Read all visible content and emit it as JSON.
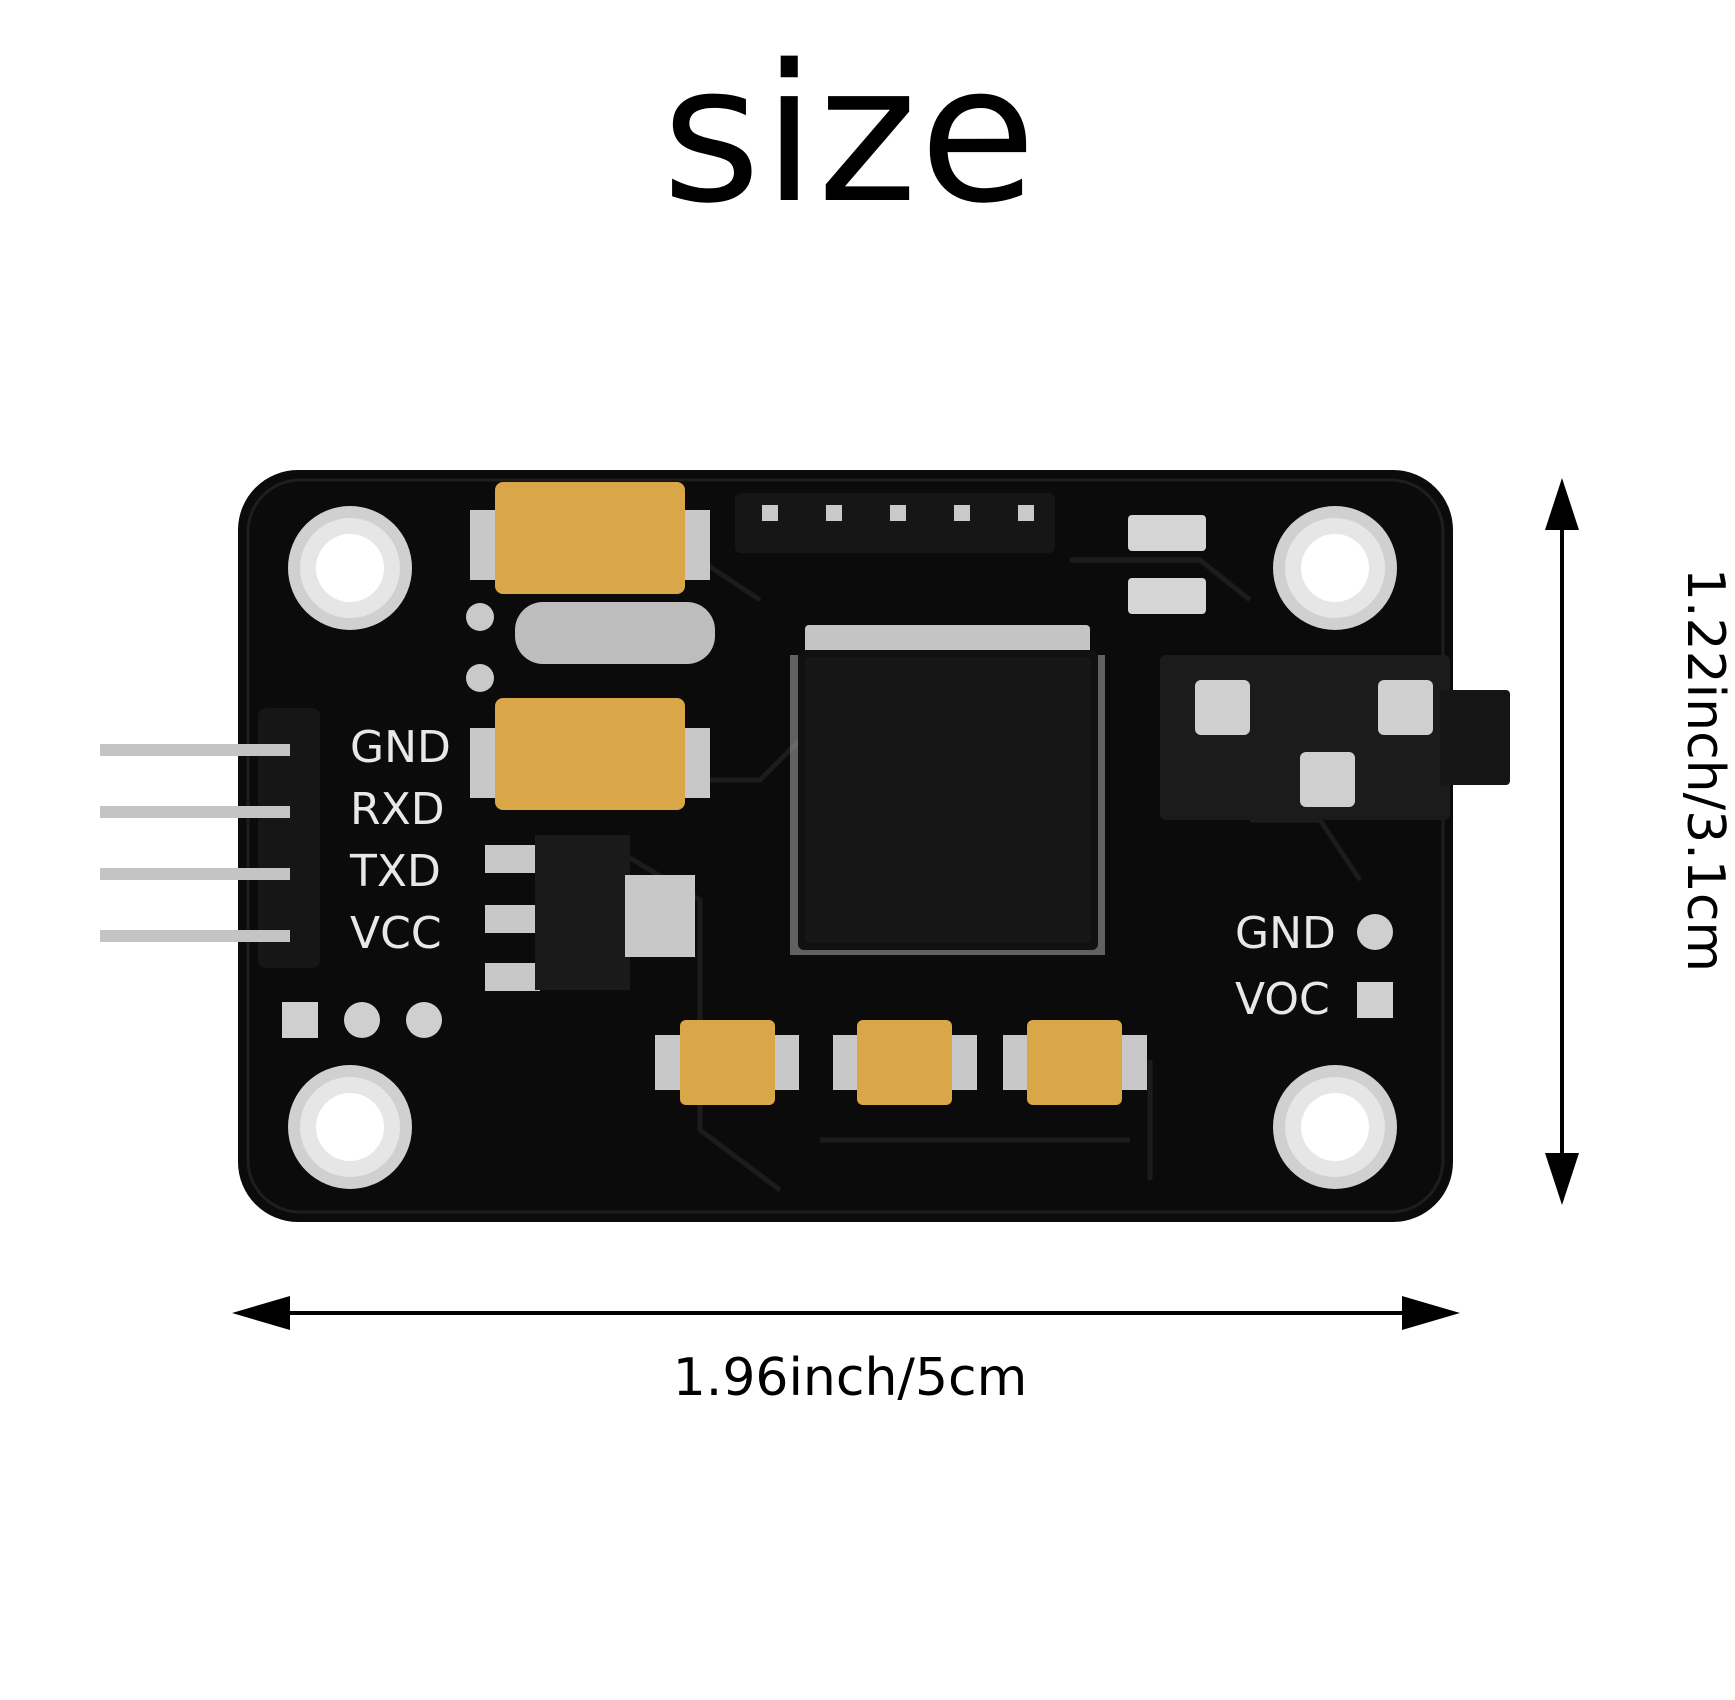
{
  "title": "size",
  "dimensions": {
    "width_label": "1.96inch/5cm",
    "height_label": "1.22inch/3.1cm"
  },
  "board": {
    "left_pins": [
      "GND",
      "RXD",
      "TXD",
      "VCC"
    ],
    "right_pads": [
      "GND",
      "VOC"
    ],
    "colors": {
      "pcb": "#0a0a0a",
      "capacitor": "#d9a648",
      "pad": "#c9c9c9",
      "text": "#e8e8e8"
    }
  }
}
